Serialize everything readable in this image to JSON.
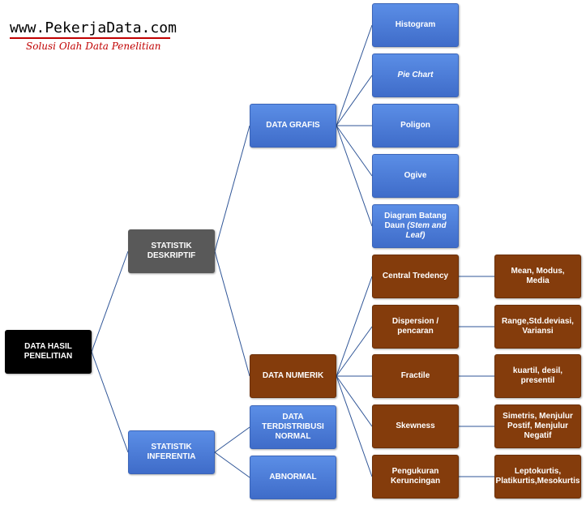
{
  "brand": {
    "title": "www.PekerjaData.com",
    "tagline": "Solusi Olah Data Penelitian"
  },
  "nodes": {
    "root": "DATA HASIL PENELITIAN",
    "deskriptif": "STATISTIK DESKRIPTIF",
    "inferentia": "STATISTIK INFERENTIA",
    "grafis": "DATA GRAFIS",
    "numerik": "DATA NUMERIK",
    "normal": "DATA TERDISTRIBUSI NORMAL",
    "abnormal": "ABNORMAL",
    "histogram": "Histogram",
    "pie": "Pie Chart",
    "poligon": "Poligon",
    "ogive": "Ogive",
    "batang_1": "Diagram Batang Daun",
    "batang_2": "(Stem and Leaf)",
    "central": "Central Tredency",
    "dispersion": "Dispersion / pencaran",
    "fractile": "Fractile",
    "skewness": "Skewness",
    "pengukuran": "Pengukuran Keruncingan",
    "mean": "Mean, Modus, Media",
    "range": "Range,Std.deviasi, Variansi",
    "kuartil": "kuartil, desil, presentil",
    "simetris": "Simetris, Menjulur Postif, Menjulur Negatif",
    "lepto": "Leptokurtis, Platikurtis,Mesokurtis"
  },
  "colors": {
    "root": "#000000",
    "deskriptif": "#595959",
    "blue": "#4472c4",
    "brown": "#843c0c",
    "line": "#2f5597"
  }
}
